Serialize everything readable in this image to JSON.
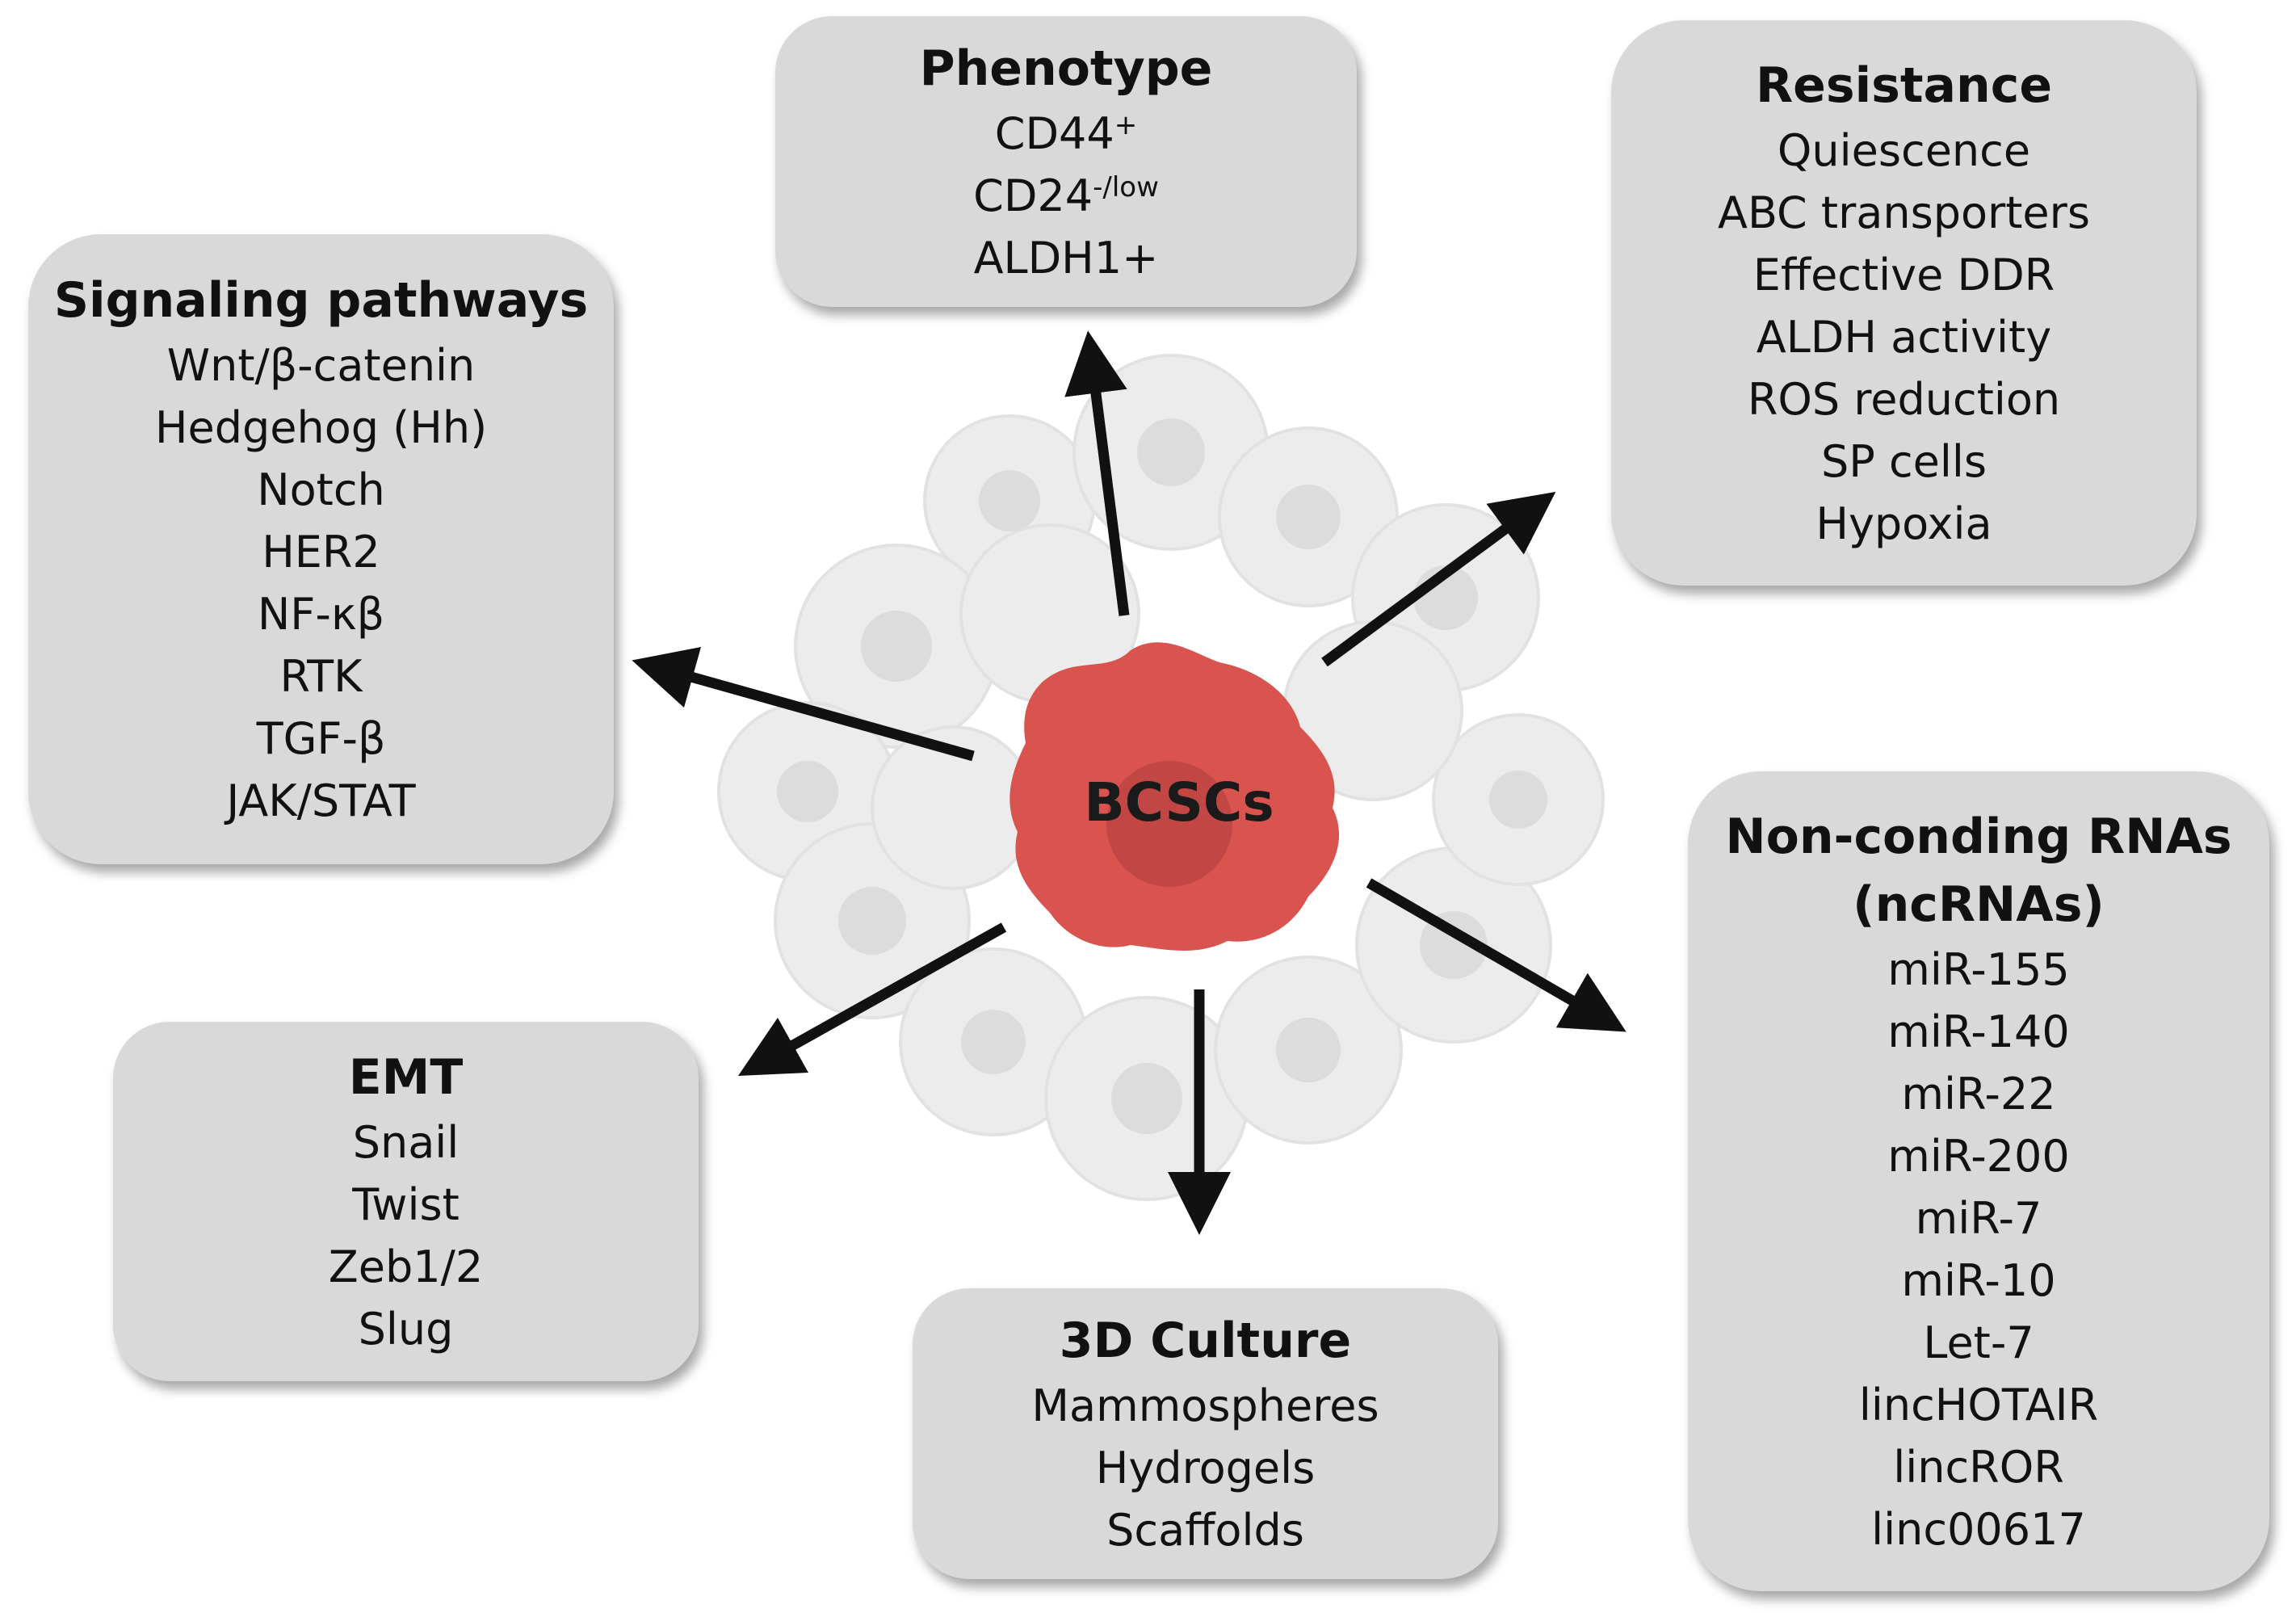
{
  "center": {
    "label": "BCSCs",
    "color": "#d9534f"
  },
  "colors": {
    "box_fill": "#d9d9d9",
    "arrow": "#111111",
    "cells": "#e8e8e8"
  },
  "boxes": {
    "phenotype": {
      "title": "Phenotype",
      "items": [
        {
          "base": "CD44",
          "sup": "+"
        },
        {
          "base": "CD24",
          "sup": "-/low"
        },
        {
          "base": "ALDH1+",
          "sup": ""
        }
      ]
    },
    "resistance": {
      "title": "Resistance",
      "items": [
        "Quiescence",
        "ABC transporters",
        "Effective DDR",
        "ALDH activity",
        "ROS reduction",
        "SP cells",
        "Hypoxia"
      ]
    },
    "signaling": {
      "title": "Signaling pathways",
      "items": [
        "Wnt/β-catenin",
        "Hedgehog (Hh)",
        "Notch",
        "HER2",
        "NF-κβ",
        "RTK",
        "TGF-β",
        "JAK/STAT"
      ]
    },
    "ncrna": {
      "title_lines": [
        "Non-conding RNAs",
        "(ncRNAs)"
      ],
      "items": [
        "miR-155",
        "miR-140",
        "miR-22",
        "miR-200",
        "miR-7",
        "miR-10",
        "Let-7",
        "lincHOTAIR",
        "lincROR",
        "linc00617"
      ]
    },
    "emt": {
      "title": "EMT",
      "items": [
        "Snail",
        "Twist",
        "Zeb1/2",
        "Slug"
      ]
    },
    "culture": {
      "title": "3D Culture",
      "items": [
        "Mammospheres",
        "Hydrogels",
        "Scaffolds"
      ]
    }
  }
}
